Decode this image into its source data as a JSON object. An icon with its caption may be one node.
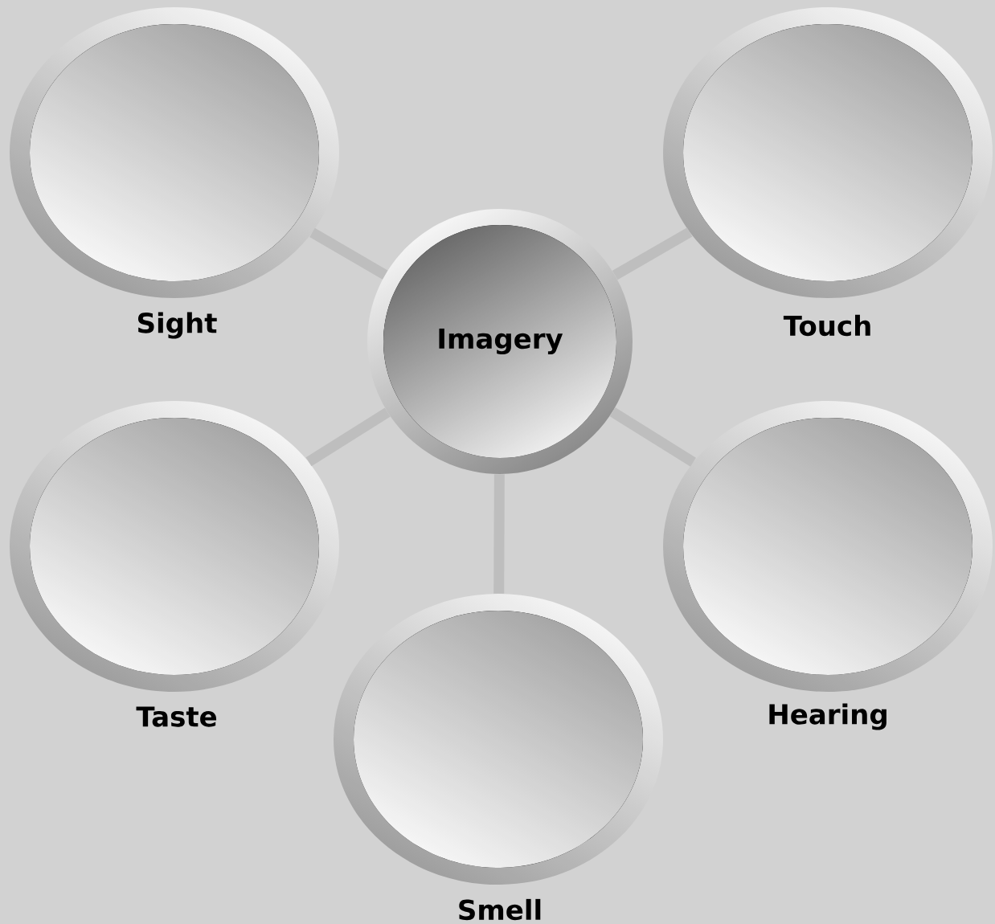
{
  "diagram": {
    "nodes": [
      {
        "text": [
          "Sight"
        ]
      },
      {
        "text": [
          "Touch"
        ]
      },
      {
        "text": [
          "Imagery"
        ]
      },
      {
        "text": [
          "Taste"
        ]
      },
      {
        "text": [
          "Hearing"
        ]
      },
      {
        "text": [
          "Smell"
        ]
      }
    ],
    "edges": [
      {
        "from": 2,
        "to": 0,
        "arrow": "none"
      },
      {
        "from": 2,
        "to": 1,
        "arrow": "none"
      },
      {
        "from": 2,
        "to": 3,
        "arrow": "none"
      },
      {
        "from": 2,
        "to": 4,
        "arrow": "none"
      },
      {
        "from": 2,
        "to": 5,
        "arrow": "none"
      }
    ]
  }
}
